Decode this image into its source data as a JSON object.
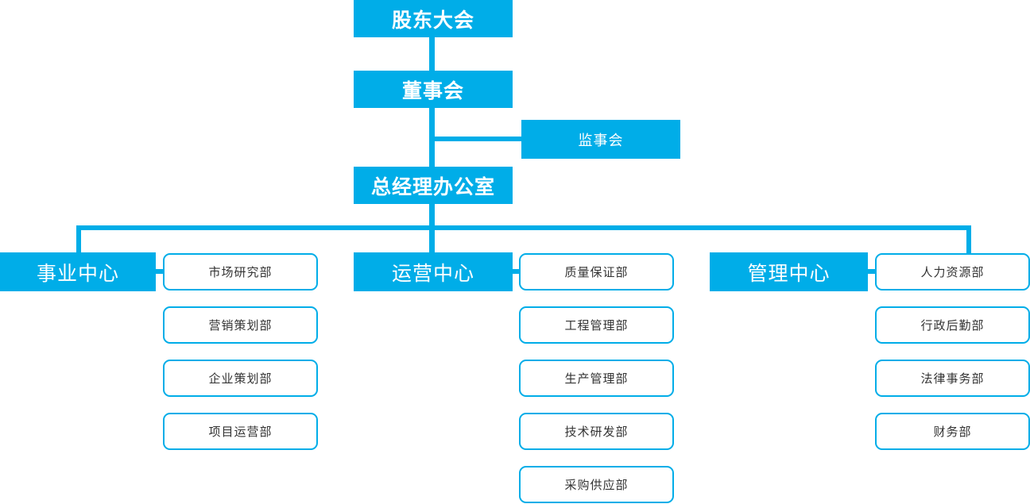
{
  "chart": {
    "title": "",
    "type": "org-chart",
    "accent_color": "#00ADE8",
    "text_color_on_accent": "#FFFFFF",
    "text_color_outline": "#333333",
    "background": "#FFFFFF"
  },
  "nodes": {
    "shareholders_meeting": "股东大会",
    "board_of_directors": "董事会",
    "board_of_supervisors": "监事会",
    "gm_office": "总经理办公室",
    "business_center": "事业中心",
    "operations_center": "运营中心",
    "management_center": "管理中心"
  },
  "columns": {
    "business": {
      "header": "事业中心",
      "departments": [
        "市场研究部",
        "营销策划部",
        "企业策划部",
        "项目运营部"
      ]
    },
    "operations": {
      "header": "运营中心",
      "departments": [
        "质量保证部",
        "工程管理部",
        "生产管理部",
        "技术研发部",
        "采购供应部"
      ]
    },
    "management": {
      "header": "管理中心",
      "departments": [
        "人力资源部",
        "行政后勤部",
        "法律事务部",
        "财务部"
      ]
    }
  }
}
